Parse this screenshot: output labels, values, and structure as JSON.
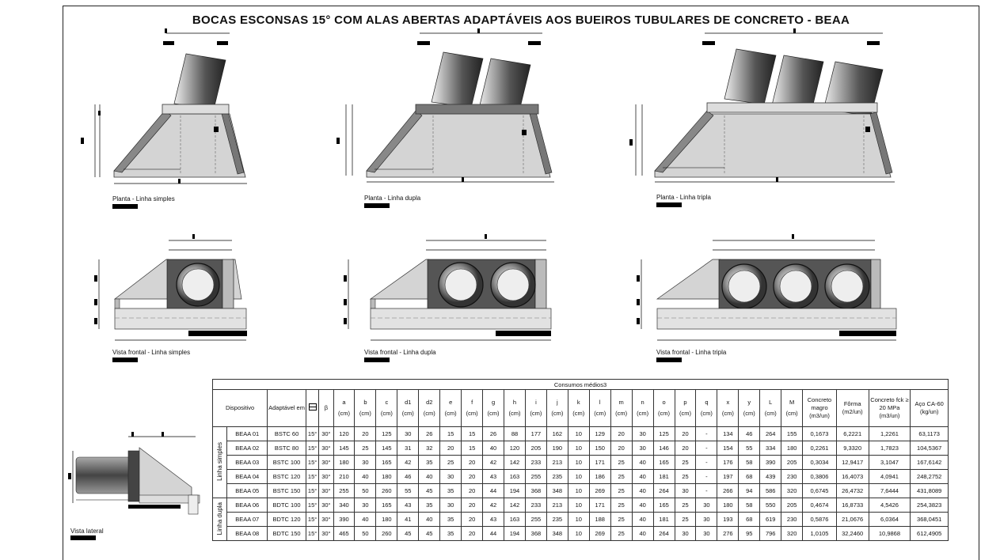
{
  "title": "BOCAS ESCONSAS 15° COM ALAS ABERTAS ADAPTÁVEIS AOS BUEIROS TUBULARES DE CONCRETO - BEAA",
  "drawings": {
    "plan_simple": "Planta - Linha simples",
    "plan_double": "Planta - Linha dupla",
    "plan_triple": "Planta - Linha tripla",
    "front_simple": "Vista frontal - Linha simples",
    "front_double": "Vista frontal - Linha dupla",
    "front_triple": "Vista frontal - Linha tripla",
    "side": "Vista lateral"
  },
  "table": {
    "super_header": "Consumos médios3",
    "headers": {
      "dispositivo": "Dispositivo",
      "adaptavel": "Adaptável em",
      "beta": "β",
      "cols": [
        "a",
        "b",
        "c",
        "d1",
        "d2",
        "e",
        "f",
        "g",
        "h",
        "i",
        "j",
        "k",
        "l",
        "m",
        "n",
        "o",
        "p",
        "q",
        "x",
        "y",
        "L",
        "M"
      ],
      "unit": "(cm)",
      "concreto_magro": "Concreto magro",
      "concreto_magro_unit": "(m3/un)",
      "forma": "Fôrma",
      "forma_unit": "(m2/un)",
      "concreto_fck": "Concreto fck ≥ 20 MPa",
      "concreto_fck_unit": "(m3/un)",
      "aco": "Aço CA-60",
      "aco_unit": "(kg/un)"
    },
    "groups": {
      "simples": "Linha simples",
      "dupla": "Linha dupla"
    },
    "rows": [
      [
        "BEAA 01",
        "BSTC 60",
        "15°",
        "30°",
        "120",
        "20",
        "125",
        "30",
        "26",
        "15",
        "15",
        "26",
        "88",
        "177",
        "162",
        "10",
        "129",
        "20",
        "30",
        "125",
        "20",
        "-",
        "134",
        "46",
        "264",
        "155",
        "0,1673",
        "6,2221",
        "1,2261",
        "63,1173"
      ],
      [
        "BEAA 02",
        "BSTC 80",
        "15°",
        "30°",
        "145",
        "25",
        "145",
        "31",
        "32",
        "20",
        "15",
        "40",
        "120",
        "205",
        "190",
        "10",
        "150",
        "20",
        "30",
        "146",
        "20",
        "-",
        "154",
        "55",
        "334",
        "180",
        "0,2261",
        "9,3320",
        "1,7823",
        "104,5367"
      ],
      [
        "BEAA 03",
        "BSTC 100",
        "15°",
        "30°",
        "180",
        "30",
        "165",
        "42",
        "35",
        "25",
        "20",
        "42",
        "142",
        "233",
        "213",
        "10",
        "171",
        "25",
        "40",
        "165",
        "25",
        "-",
        "176",
        "58",
        "390",
        "205",
        "0,3034",
        "12,9417",
        "3,1047",
        "167,6142"
      ],
      [
        "BEAA 04",
        "BSTC 120",
        "15°",
        "30°",
        "210",
        "40",
        "180",
        "46",
        "40",
        "30",
        "20",
        "43",
        "163",
        "255",
        "235",
        "10",
        "186",
        "25",
        "40",
        "181",
        "25",
        "-",
        "197",
        "68",
        "439",
        "230",
        "0,3806",
        "16,4073",
        "4,0941",
        "248,2752"
      ],
      [
        "BEAA 05",
        "BSTC 150",
        "15°",
        "30°",
        "255",
        "50",
        "260",
        "55",
        "45",
        "35",
        "20",
        "44",
        "194",
        "368",
        "348",
        "10",
        "269",
        "25",
        "40",
        "264",
        "30",
        "-",
        "266",
        "94",
        "586",
        "320",
        "0,6745",
        "26,4732",
        "7,6444",
        "431,8089"
      ],
      [
        "BEAA 06",
        "BDTC 100",
        "15°",
        "30°",
        "340",
        "30",
        "165",
        "43",
        "35",
        "30",
        "20",
        "42",
        "142",
        "233",
        "213",
        "10",
        "171",
        "25",
        "40",
        "165",
        "25",
        "30",
        "180",
        "58",
        "550",
        "205",
        "0,4674",
        "16,8733",
        "4,5426",
        "254,3823"
      ],
      [
        "BEAA 07",
        "BDTC 120",
        "15°",
        "30°",
        "390",
        "40",
        "180",
        "41",
        "40",
        "35",
        "20",
        "43",
        "163",
        "255",
        "235",
        "10",
        "188",
        "25",
        "40",
        "181",
        "25",
        "30",
        "193",
        "68",
        "619",
        "230",
        "0,5876",
        "21,0676",
        "6,0364",
        "368,0451"
      ],
      [
        "BEAA 08",
        "BDTC 150",
        "15°",
        "30°",
        "465",
        "50",
        "260",
        "45",
        "45",
        "35",
        "20",
        "44",
        "194",
        "368",
        "348",
        "10",
        "269",
        "25",
        "40",
        "264",
        "30",
        "30",
        "276",
        "95",
        "796",
        "320",
        "1,0105",
        "32,2460",
        "10,9868",
        "612,4905"
      ]
    ]
  }
}
